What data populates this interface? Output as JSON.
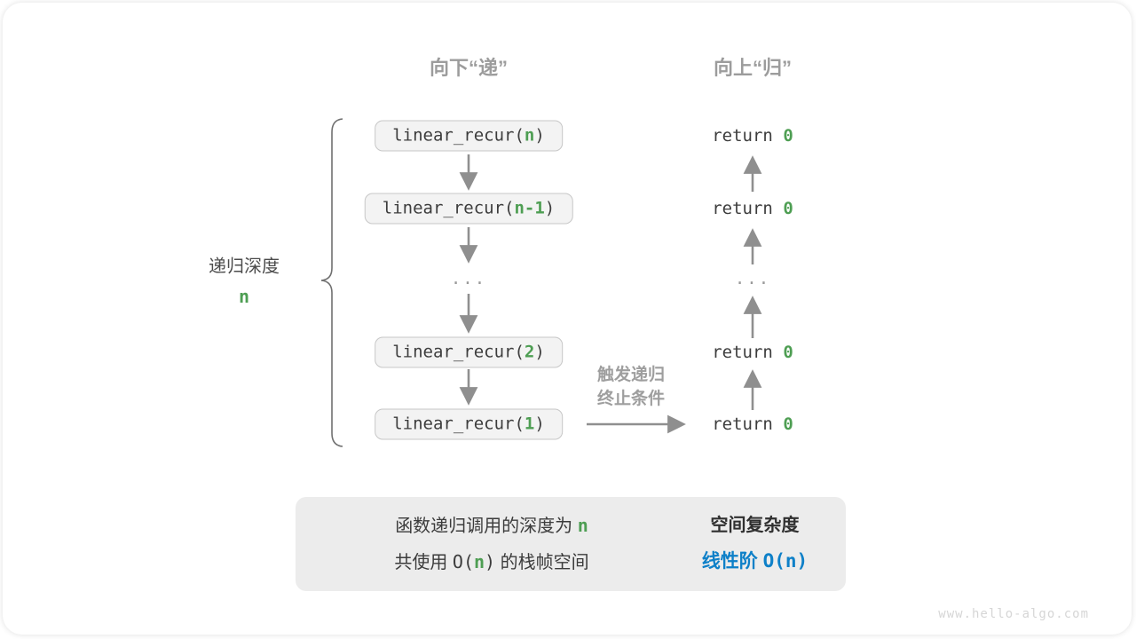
{
  "colors": {
    "green": "#4e9e53",
    "blue": "#0e80c8",
    "gray_label": "#9c9c9c",
    "arrow": "#8f8f8f",
    "box_fill": "#f3f3f3",
    "summary_fill": "#ececec"
  },
  "headers": {
    "descend": "向下“递”",
    "ascend": "向上“归”"
  },
  "depth_label": {
    "text": "递归深度",
    "value": "n"
  },
  "stack": {
    "frames": [
      {
        "pre": "linear_recur(",
        "arg": "n",
        "post": ")"
      },
      {
        "pre": "linear_recur(",
        "arg": "n-1",
        "post": ")"
      },
      {
        "pre": "linear_recur(",
        "arg": "2",
        "post": ")"
      },
      {
        "pre": "linear_recur(",
        "arg": "1",
        "post": ")"
      }
    ],
    "ellipsis": "..."
  },
  "returns": {
    "rows": [
      {
        "pre": "return ",
        "val": "0"
      },
      {
        "pre": "return ",
        "val": "0"
      },
      {
        "pre": "return ",
        "val": "0"
      },
      {
        "pre": "return ",
        "val": "0"
      }
    ],
    "ellipsis": "..."
  },
  "trigger_note": {
    "line1": "触发递归",
    "line2": "终止条件"
  },
  "summary": {
    "line1_text": "函数递归调用的深度为",
    "line1_value": "n",
    "line2_a": "共使用 ",
    "line2_b": "O(",
    "line2_c": "n",
    "line2_d": ")",
    "line2_e": " 的栈帧空间",
    "right_title": "空间复杂度",
    "right_text": "线性阶 ",
    "right_code": "O(n)"
  },
  "watermark": "www.hello-algo.com"
}
